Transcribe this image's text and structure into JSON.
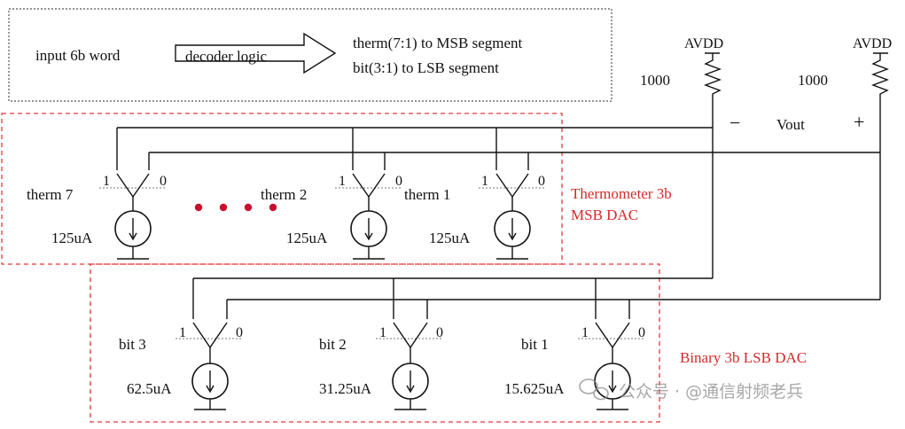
{
  "header_box": {
    "input_label": "input 6b word",
    "decoder_label": "decoder logic",
    "output_line1": "therm(7:1) to MSB segment",
    "output_line2": "bit(3:1) to LSB segment"
  },
  "supply": {
    "left_label": "AVDD",
    "right_label": "AVDD",
    "left_resistor": "1000",
    "right_resistor": "1000",
    "minus": "−",
    "plus": "+",
    "vout": "Vout"
  },
  "msb_dac": {
    "title_line1": "Thermometer 3b",
    "title_line2": "MSB DAC",
    "cells": [
      {
        "name": "therm 7",
        "current": "125uA",
        "one": "1",
        "zero": "0"
      },
      {
        "name": "therm 2",
        "current": "125uA",
        "one": "1",
        "zero": "0"
      },
      {
        "name": "therm 1",
        "current": "125uA",
        "one": "1",
        "zero": "0"
      }
    ]
  },
  "lsb_dac": {
    "title": "Binary 3b LSB DAC",
    "cells": [
      {
        "name": "bit 3",
        "current": "62.5uA",
        "one": "1",
        "zero": "0"
      },
      {
        "name": "bit 2",
        "current": "31.25uA",
        "one": "1",
        "zero": "0"
      },
      {
        "name": "bit 1",
        "current": "15.625uA",
        "one": "1",
        "zero": "0"
      }
    ]
  },
  "watermark": "公众号 · @通信射频老兵",
  "colors": {
    "line": "#111111",
    "red_dashed": "#e23b3b",
    "dots": "#c8102e",
    "label_red": "#d42a2a"
  }
}
